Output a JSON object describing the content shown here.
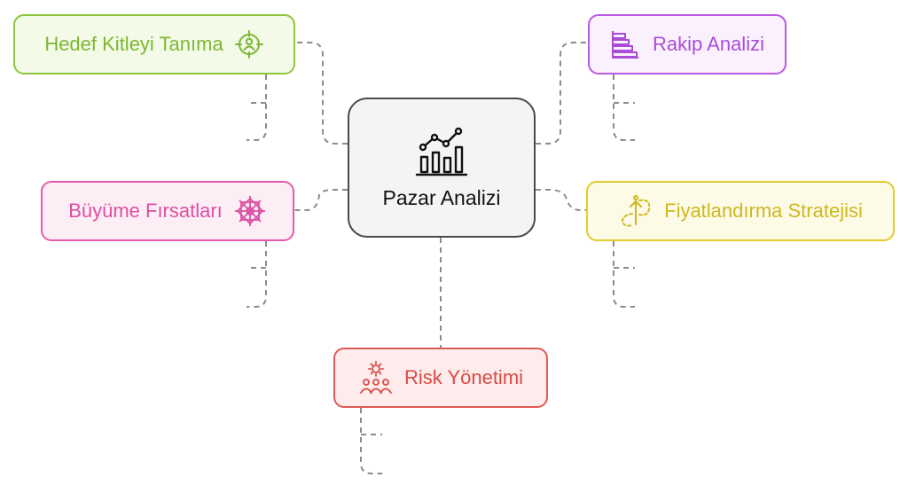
{
  "diagram": {
    "center": {
      "label": "Pazar Analizi",
      "icon": "line-bar-chart-icon",
      "border": "#4a4a4a",
      "fill": "#f4f4f4"
    },
    "branches": [
      {
        "id": "hedef",
        "label": "Hedef Kitleyi Tanıma",
        "icon": "target-user-icon",
        "color": "#8ec63f",
        "fill": "#f3fae8",
        "text": "#7cb82f"
      },
      {
        "id": "rakip",
        "label": "Rakip Analizi",
        "icon": "bar-list-icon",
        "color": "#b95ae0",
        "fill": "#fbf1fe",
        "text": "#a94cd6"
      },
      {
        "id": "buyume",
        "label": "Büyüme Fırsatları",
        "icon": "star-burst-icon",
        "color": "#e65aae",
        "fill": "#fdeef6",
        "text": "#dc4fa3"
      },
      {
        "id": "fiyat",
        "label": "Fiyatlandırma Stratejisi",
        "icon": "pricing-arrow-icon",
        "color": "#e0cc2e",
        "fill": "#fdfae6",
        "text": "#cdb81f"
      },
      {
        "id": "risk",
        "label": "Risk Yönetimi",
        "icon": "risk-team-icon",
        "color": "#e05a56",
        "fill": "#fdeceb",
        "text": "#d94a46"
      }
    ]
  }
}
